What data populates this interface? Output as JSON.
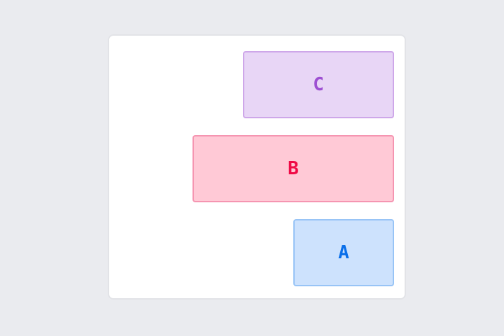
{
  "boxes": [
    {
      "label": "C",
      "fill": "#e8d6f6",
      "border": "#cea7e9",
      "text_color": "#9d4fd2"
    },
    {
      "label": "B",
      "fill": "#ffc9d6",
      "border": "#f595b1",
      "text_color": "#ef0a46"
    },
    {
      "label": "A",
      "fill": "#cde2fd",
      "border": "#98c4f6",
      "text_color": "#0a6fe9"
    }
  ]
}
